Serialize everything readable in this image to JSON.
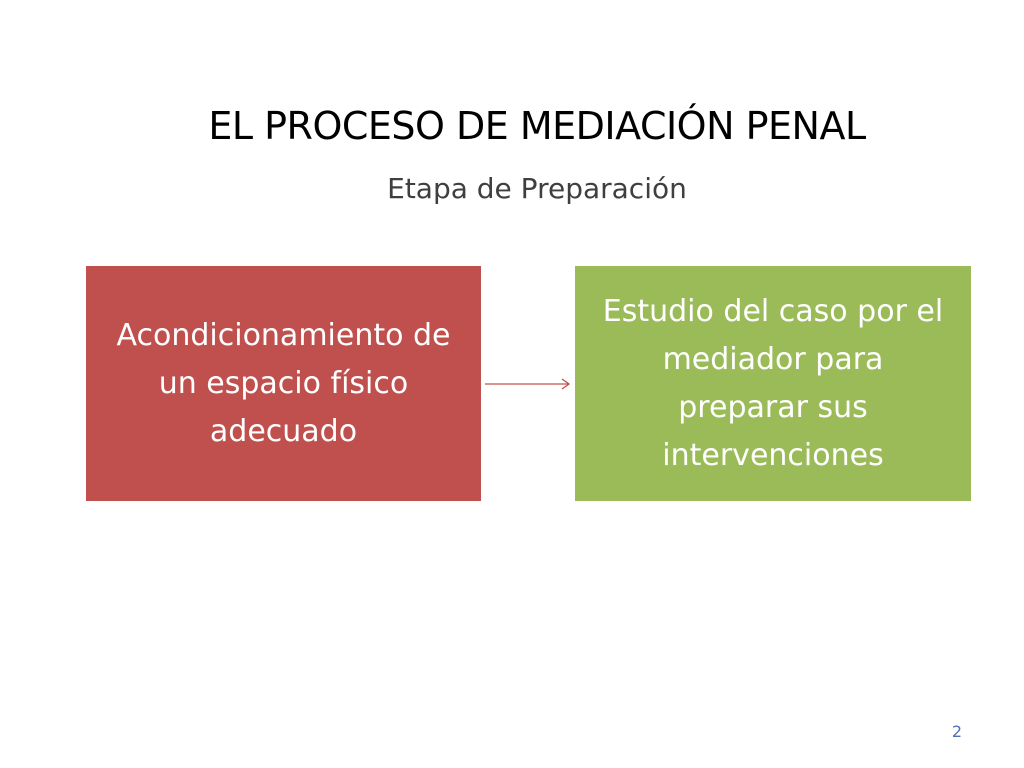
{
  "slide": {
    "title": "EL PROCESO DE MEDIACIÓN PENAL",
    "subtitle": "Etapa de Preparación",
    "page_number": "2"
  },
  "diagram": {
    "steps": [
      {
        "text": "Acondicionamiento de un espacio físico adecuado",
        "color": "#c0504d"
      },
      {
        "text": "Estudio del caso por el mediador para preparar sus intervenciones",
        "color": "#9bbb59"
      }
    ],
    "connector_color": "#c0504d"
  }
}
